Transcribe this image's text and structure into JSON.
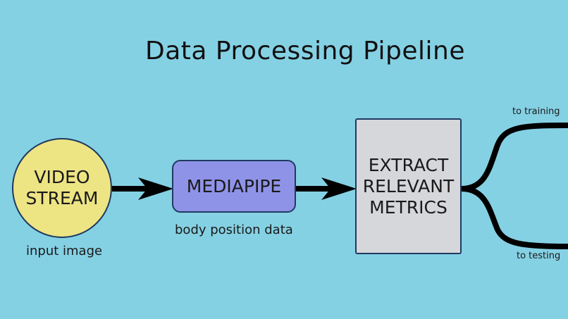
{
  "diagram": {
    "title": "Data Processing Pipeline",
    "nodes": {
      "video_stream": "VIDEO\nSTREAM",
      "mediapipe": "MEDIAPIPE",
      "extract_metrics": "EXTRACT\nRELEVANT\nMETRICS"
    },
    "captions": {
      "input_image": "input image",
      "body_position_data": "body position data",
      "to_training": "to training",
      "to_testing": "to testing"
    },
    "colors": {
      "background": "#85d1e4",
      "video_stream_fill": "#ede484",
      "mediapipe_fill": "#8f93e8",
      "extract_fill": "#d5d7db",
      "outline": "#1f3a5f",
      "arrow": "#000000"
    }
  }
}
